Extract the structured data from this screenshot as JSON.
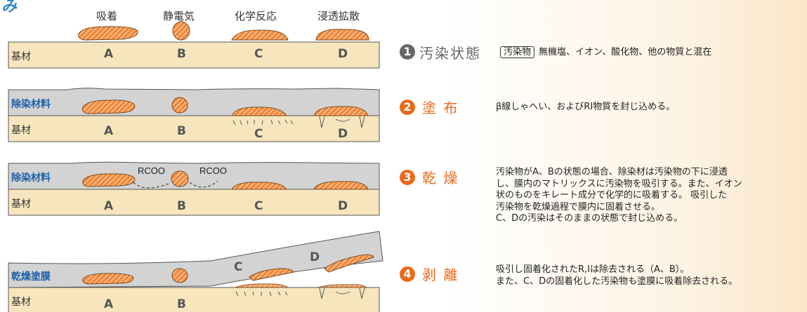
{
  "column_headers": [
    "吸着",
    "静電気",
    "化学反応",
    "浸透拡散"
  ],
  "partial_title_glyph": "み",
  "labels": {
    "substrate": "基材",
    "coating": "除染材料",
    "dried_film": "乾燥塗膜",
    "rcoo": "RCOO",
    "A": "A",
    "B": "B",
    "C": "C",
    "D": "D"
  },
  "steps": [
    {
      "num": "1",
      "title": "汚染状態",
      "tag": "汚染物",
      "desc": [
        "無機塩、イオン、酸化物、他の物質と混在"
      ]
    },
    {
      "num": "2",
      "title": "塗 布",
      "desc": [
        "β線しゃへい、およびRI物質を封じ込める。"
      ]
    },
    {
      "num": "3",
      "title": "乾 燥",
      "desc": [
        "汚染物がA、Bの状態の場合、除染材は汚染物の下に浸透",
        "し、膜内のマトリックスに汚染物を吸引する。また、イオン",
        "状のものをキレート成分で化学的に吸着する。 吸引した",
        "汚染物を乾燥過程で膜内に固着させる。",
        "C、Dの汚染はそのままの状態で封じ込める。"
      ]
    },
    {
      "num": "4",
      "title": "剥 離",
      "desc": [
        "吸引し固着化されたR,Iは除去される（A、B）。",
        "また、C、Dの固着化した汚染物も塗膜に吸着除去される。"
      ]
    }
  ],
  "colors": {
    "substrate": "#f7e6bd",
    "coating": "#d3d3d3",
    "contaminant": "#f08a3c",
    "step_gray": "#666666",
    "step_orange": "#ea6a1c"
  }
}
